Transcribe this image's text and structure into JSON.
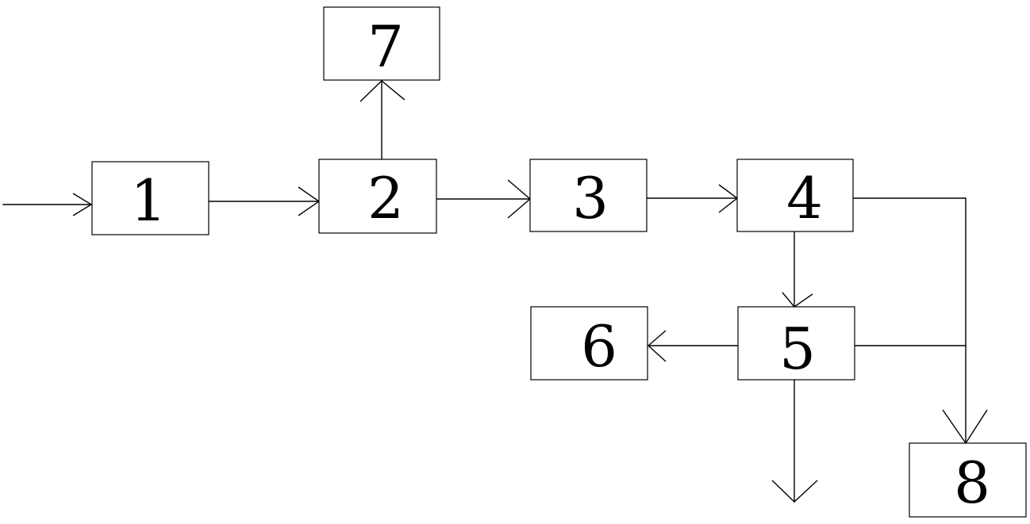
{
  "blocks": {
    "b1": "1",
    "b2": "2",
    "b3": "3",
    "b4": "4",
    "b5": "5",
    "b6": "6",
    "b7": "7",
    "b8": "8"
  },
  "colors": {
    "stroke": "#000000",
    "background": "#ffffff"
  }
}
